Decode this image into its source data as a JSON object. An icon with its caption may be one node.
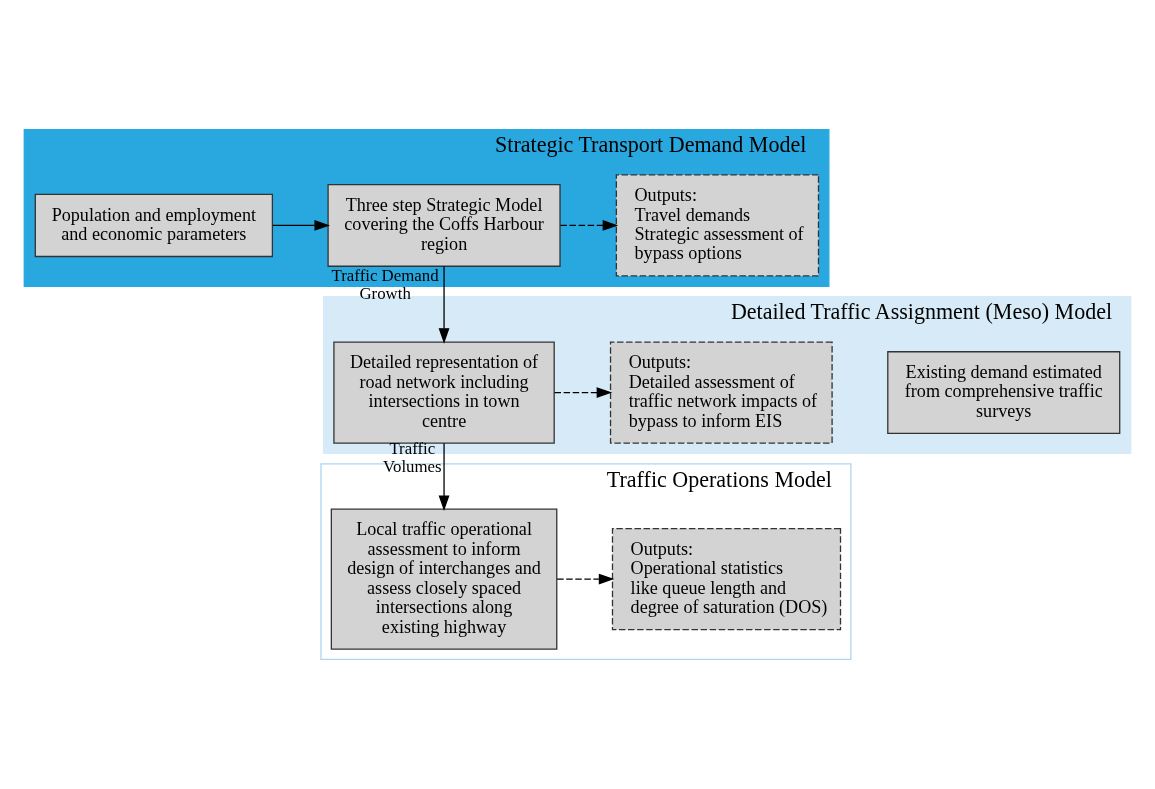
{
  "diagram": {
    "nodes": [
      {
        "text": [
          "Strategic Transport Demand Model"
        ]
      },
      {
        "text": [
          "Population and employment and economic parameters"
        ],
        "in": 0
      },
      {
        "text": [
          "Three step Strategic Model covering the Coffs Harbour region"
        ],
        "in": 0
      },
      {
        "text": [
          "Outputs:",
          "Travel demands",
          "Strategic assessment of bypass options"
        ],
        "in": 0
      },
      {
        "text": [
          "Detailed Traffic Assignment (Meso) Model"
        ]
      },
      {
        "text": [
          "Existing demand estimated from comprehensive traffic surveys"
        ],
        "in": 4
      },
      {
        "text": [
          "Detailed representation of road network including intersections in town centre"
        ],
        "in": 4
      },
      {
        "text": [
          "Outputs:",
          "Detailed assessment of traffic network impacts of bypass to inform EIS"
        ],
        "in": 4
      },
      {
        "text": [
          "Traffic Operations Model"
        ]
      },
      {
        "text": [
          "Local traffic operational assessment to inform design of interchanges and assess closely spaced intersections along existing highway"
        ],
        "in": 8
      },
      {
        "text": [
          "Outputs:",
          "Operational statistics like queue length and degree of saturation (DOS)"
        ],
        "in": 8
      }
    ],
    "edges": [
      {
        "from": 1,
        "to": 2,
        "arrow": "to"
      },
      {
        "from": 2,
        "to": 3,
        "arrow": "to",
        "style": "dashed"
      },
      {
        "from": 2,
        "to": 6,
        "arrow": "to",
        "label": "Traffic Demand Growth"
      },
      {
        "from": 6,
        "to": 7,
        "arrow": "to",
        "style": "dashed"
      },
      {
        "from": 6,
        "to": 9,
        "arrow": "to",
        "label": "Traffic Volumes"
      },
      {
        "from": 9,
        "to": 10,
        "arrow": "to",
        "style": "dashed"
      }
    ]
  }
}
